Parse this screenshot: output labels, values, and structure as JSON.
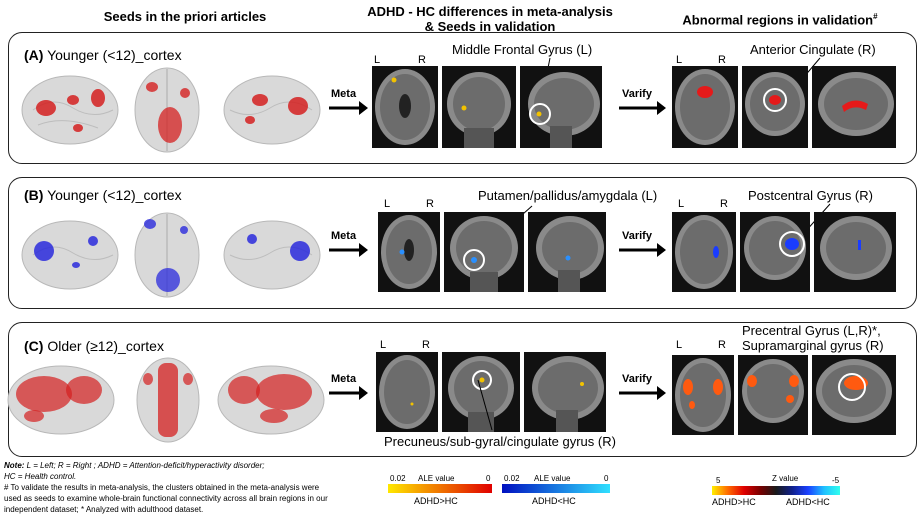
{
  "headers": {
    "col1": "Seeds in the priori articles",
    "col2_line1": "ADHD - HC differences in meta-analysis",
    "col2_line2": "& Seeds in validation",
    "col3": "Abnormal regions in validation",
    "col3_sup": "#"
  },
  "panels": [
    {
      "label_id": "(A)",
      "label_text": "Younger (<12)_cortex",
      "meta_label": "Meta",
      "verify_label": "Varify",
      "meta_region": "Middle Frontal Gyrus (L)",
      "valid_region": "Anterior Cingulate (R)",
      "left_mark": "L",
      "right_mark": "R",
      "left_mark2": "L",
      "right_mark2": "R",
      "seed_color": "#d42020",
      "scan_hot_color": "#f2c200",
      "valid_color": "#e51a1a"
    },
    {
      "label_id": "(B)",
      "label_text": "Younger (<12)_cortex",
      "meta_label": "Meta",
      "verify_label": "Varify",
      "meta_region": "Putamen/pallidus/amygdala (L)",
      "valid_region": "Postcentral Gyrus (R)",
      "left_mark": "L",
      "right_mark": "R",
      "left_mark2": "L",
      "right_mark2": "R",
      "seed_color": "#2a2adc",
      "scan_hot_color": "#2a90ff",
      "valid_color": "#1a3cff"
    },
    {
      "label_id": "(C)",
      "label_text": "Older (≥12)_cortex",
      "meta_label": "Meta",
      "verify_label": "Varify",
      "meta_region": "Precuneus/sub-gyral/cingulate gyrus (R)",
      "valid_region_line1": "Precentral Gyrus (L,R)*,",
      "valid_region_line2": "Supramarginal gyrus  (R)",
      "left_mark": "L",
      "right_mark": "R",
      "left_mark2": "L",
      "right_mark2": "R",
      "seed_color": "#d42020",
      "scan_hot_color": "#f2c200",
      "valid_color": "#ff5a10"
    }
  ],
  "notes": {
    "line1_prefix": "Note:",
    "line1": " L = Left; R = Right ;   ADHD = Attention-deficit/hyperactivity disorder;",
    "line2": "HC = Health control.",
    "line3": "#  To validate the results in meta-analysis, the clusters obtained in the meta-analysis were",
    "line4": "used as seeds to examine whole-brain functional connectivity across all brain regions in our",
    "line5": "independent dataset; * Analyzed with adulthood dataset."
  },
  "legends": {
    "hot": {
      "min": "0.02",
      "title": "ALE value",
      "max": "0",
      "caption": "ADHD>HC",
      "from": "#ffe800",
      "to": "#e00000"
    },
    "cold": {
      "min": "0.02",
      "title": "ALE value",
      "max": "0",
      "caption": "ADHD<HC",
      "from": "#0010c0",
      "to": "#30e0ff"
    },
    "z": {
      "min": "5",
      "title": "Z value",
      "max": "-5",
      "caption_left": "ADHD>HC",
      "caption_right": "ADHD<HC"
    }
  }
}
